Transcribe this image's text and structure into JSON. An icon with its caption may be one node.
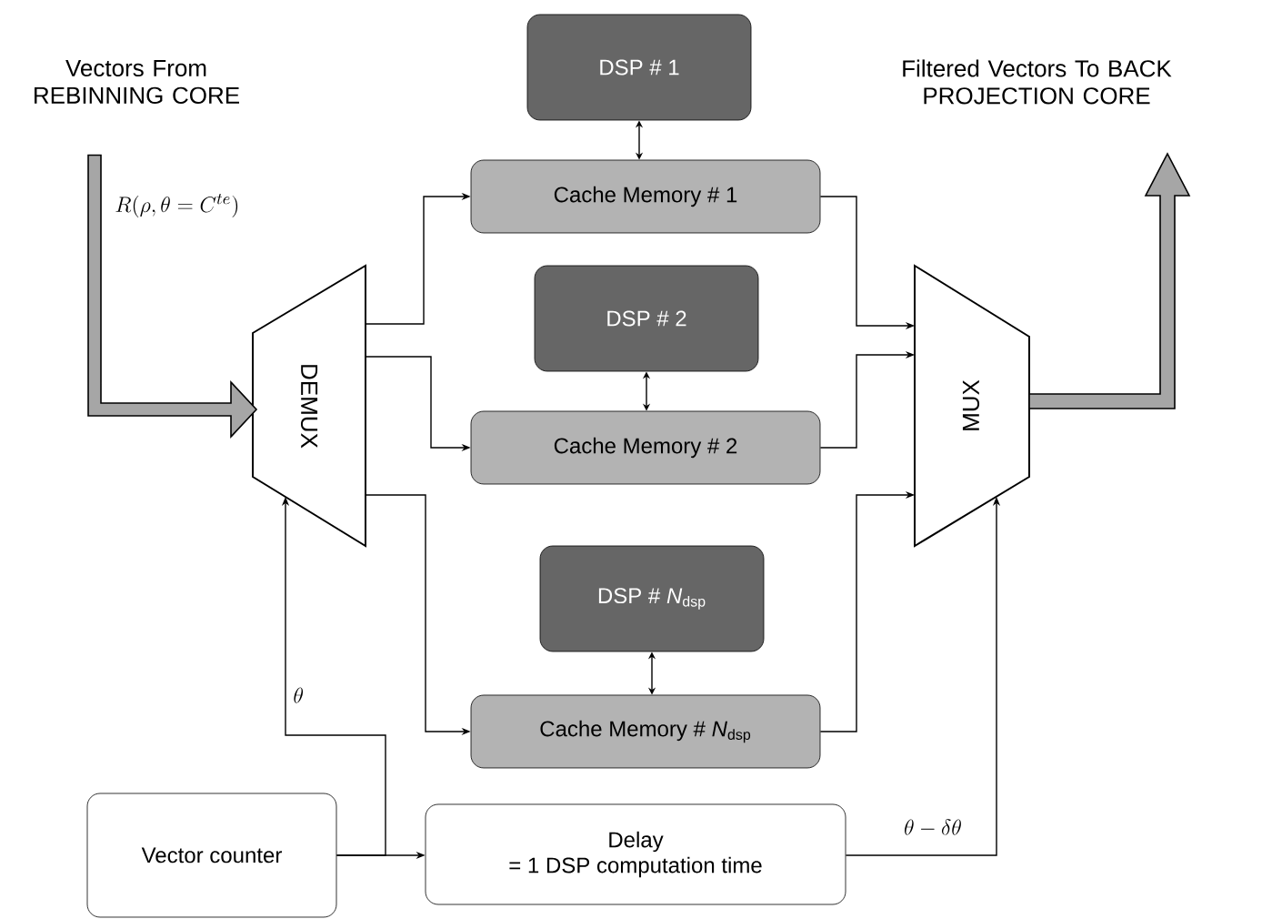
{
  "diagram": {
    "nodes": [
      {
        "text": [
          "Vectors From REBINNING CORE"
        ]
      },
      {
        "text": [
          "Filtered Vectors To BACK PROJECTION CORE"
        ]
      },
      {
        "text": [
          "DEMUX"
        ]
      },
      {
        "text": [
          "MUX"
        ]
      },
      {
        "text": [
          "DSP # 1"
        ]
      },
      {
        "text": [
          "Cache Memory # 1"
        ]
      },
      {
        "text": [
          "DSP # 2"
        ]
      },
      {
        "text": [
          "Cache Memory # 2"
        ]
      },
      {
        "text": [
          "DSP # *N*$_{dsp}$"
        ]
      },
      {
        "text": [
          "Cache Memory # *N*$_{dsp}$"
        ]
      },
      {
        "text": [
          "Vector counter"
        ]
      },
      {
        "text": [
          "Delay",
          "= 1 DSP computation time"
        ]
      }
    ],
    "edges": [
      {
        "from": 0,
        "to": 2,
        "arrow": "to",
        "style": "thick",
        "label": "R(\\rho,\\theta=C^{te})"
      },
      {
        "from": 3,
        "to": 1,
        "arrow": "to",
        "style": "thick"
      },
      {
        "from": 2,
        "to": 5,
        "arrow": "to"
      },
      {
        "from": 2,
        "to": 7,
        "arrow": "to"
      },
      {
        "from": 2,
        "to": 9,
        "arrow": "to"
      },
      {
        "from": 5,
        "to": 3,
        "arrow": "to"
      },
      {
        "from": 7,
        "to": 3,
        "arrow": "to"
      },
      {
        "from": 9,
        "to": 3,
        "arrow": "to"
      },
      {
        "from": 4,
        "to": 5,
        "arrow": "both"
      },
      {
        "from": 6,
        "to": 7,
        "arrow": "both"
      },
      {
        "from": 8,
        "to": 9,
        "arrow": "both"
      },
      {
        "from": 10,
        "to": 11,
        "arrow": "to"
      },
      {
        "from": 10,
        "to": 2,
        "arrow": "to",
        "label": "\\theta"
      },
      {
        "from": 11,
        "to": 3,
        "arrow": "to",
        "label": "\\theta-\\delta\\theta"
      }
    ]
  }
}
